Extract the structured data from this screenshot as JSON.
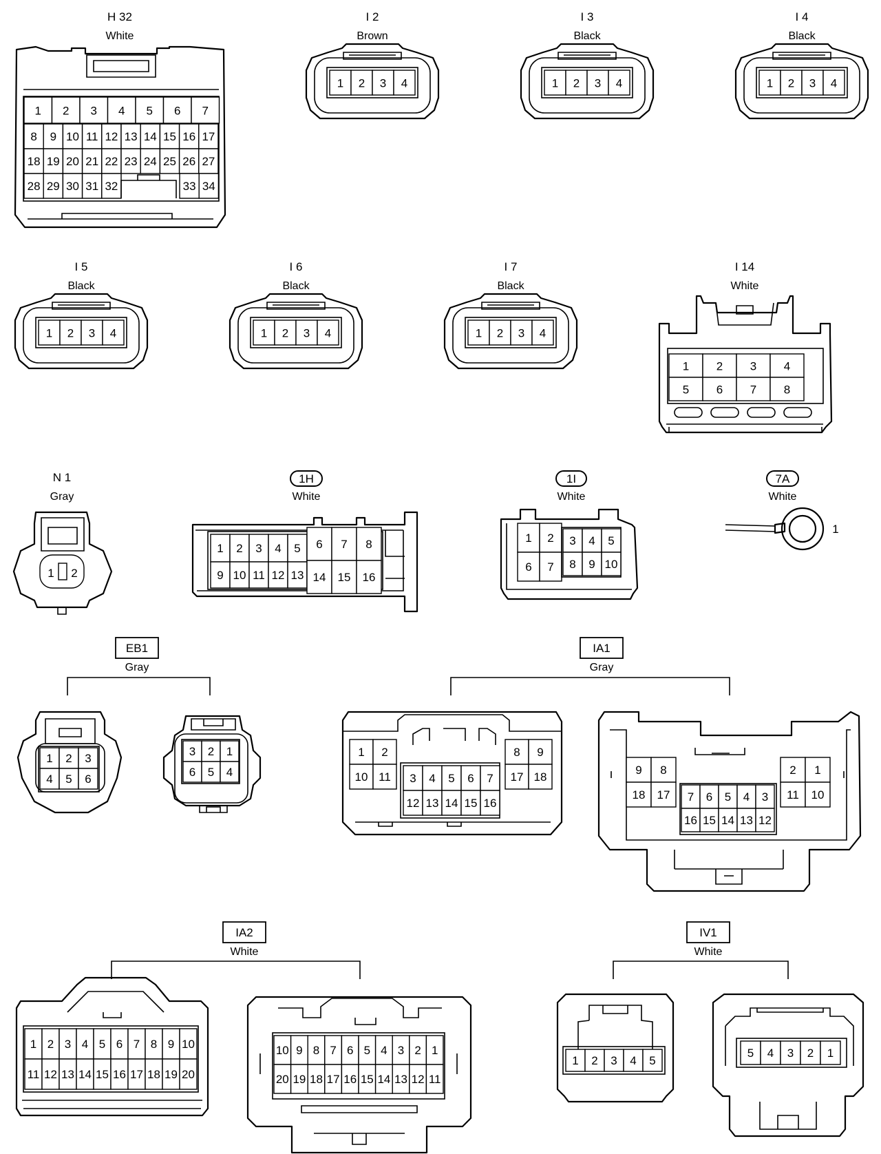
{
  "connectors": [
    {
      "id": "H32",
      "label": "H 32",
      "color": "White"
    },
    {
      "id": "I2",
      "label": "I 2",
      "color": "Brown"
    },
    {
      "id": "I3",
      "label": "I 3",
      "color": "Black"
    },
    {
      "id": "I4",
      "label": "I 4",
      "color": "Black"
    },
    {
      "id": "I5",
      "label": "I 5",
      "color": "Black"
    },
    {
      "id": "I6",
      "label": "I 6",
      "color": "Black"
    },
    {
      "id": "I7",
      "label": "I 7",
      "color": "Black"
    },
    {
      "id": "I14",
      "label": "I 14",
      "color": "White"
    },
    {
      "id": "N1",
      "label": "N 1",
      "color": "Gray"
    },
    {
      "id": "1H",
      "label": "1H",
      "color": "White"
    },
    {
      "id": "1I",
      "label": "1I",
      "color": "White"
    },
    {
      "id": "7A",
      "label": "7A",
      "color": "White",
      "pin": "1"
    },
    {
      "id": "EB1",
      "label": "EB1",
      "color": "Gray"
    },
    {
      "id": "IA1",
      "label": "IA1",
      "color": "Gray"
    },
    {
      "id": "IA2",
      "label": "IA2",
      "color": "White"
    },
    {
      "id": "IV1",
      "label": "IV1",
      "color": "White"
    }
  ],
  "pins": {
    "four": [
      "1",
      "2",
      "3",
      "4"
    ],
    "h32_row1": [
      "1",
      "2",
      "3",
      "4",
      "5",
      "6",
      "7"
    ],
    "h32_row2": [
      "8",
      "9",
      "10",
      "11",
      "12",
      "13",
      "14",
      "15",
      "16",
      "17"
    ],
    "h32_row3": [
      "18",
      "19",
      "20",
      "21",
      "22",
      "23",
      "24",
      "25",
      "26",
      "27"
    ],
    "h32_row4a": [
      "28",
      "29",
      "30",
      "31",
      "32"
    ],
    "h32_row4b": [
      "33",
      "34"
    ],
    "i14_row1": [
      "1",
      "2",
      "3",
      "4"
    ],
    "i14_row2": [
      "5",
      "6",
      "7",
      "8"
    ],
    "n1": [
      "1",
      "2"
    ],
    "h1_top": [
      "1",
      "2",
      "3",
      "4",
      "5",
      "6",
      "7",
      "8"
    ],
    "h1_bot": [
      "9",
      "10",
      "11",
      "12",
      "13",
      "14",
      "15",
      "16"
    ],
    "i1_top": [
      "1",
      "2",
      "3",
      "4",
      "5"
    ],
    "i1_bot": [
      "6",
      "7",
      "8",
      "9",
      "10"
    ],
    "eb1_left_top": [
      "1",
      "2",
      "3"
    ],
    "eb1_left_bot": [
      "4",
      "5",
      "6"
    ],
    "eb1_right_top": [
      "3",
      "2",
      "1"
    ],
    "eb1_right_bot": [
      "6",
      "5",
      "4"
    ],
    "ia1_left_a": [
      "1",
      "2",
      "10",
      "11"
    ],
    "ia1_left_mid_top": [
      "3",
      "4",
      "5",
      "6",
      "7"
    ],
    "ia1_left_mid_bot": [
      "12",
      "13",
      "14",
      "15",
      "16"
    ],
    "ia1_left_b": [
      "8",
      "9",
      "17",
      "18"
    ],
    "ia1_right_a": [
      "9",
      "8",
      "18",
      "17"
    ],
    "ia1_right_mid_top": [
      "7",
      "6",
      "5",
      "4",
      "3"
    ],
    "ia1_right_mid_bot": [
      "16",
      "15",
      "14",
      "13",
      "12"
    ],
    "ia1_right_b": [
      "2",
      "1",
      "11",
      "10"
    ],
    "ia2_left_top": [
      "1",
      "2",
      "3",
      "4",
      "5",
      "6",
      "7",
      "8",
      "9",
      "10"
    ],
    "ia2_left_bot": [
      "11",
      "12",
      "13",
      "14",
      "15",
      "16",
      "17",
      "18",
      "19",
      "20"
    ],
    "ia2_right_top": [
      "10",
      "9",
      "8",
      "7",
      "6",
      "5",
      "4",
      "3",
      "2",
      "1"
    ],
    "ia2_right_bot": [
      "20",
      "19",
      "18",
      "17",
      "16",
      "15",
      "14",
      "13",
      "12",
      "11"
    ],
    "iv1_left": [
      "1",
      "2",
      "3",
      "4",
      "5"
    ],
    "iv1_right": [
      "5",
      "4",
      "3",
      "2",
      "1"
    ]
  }
}
